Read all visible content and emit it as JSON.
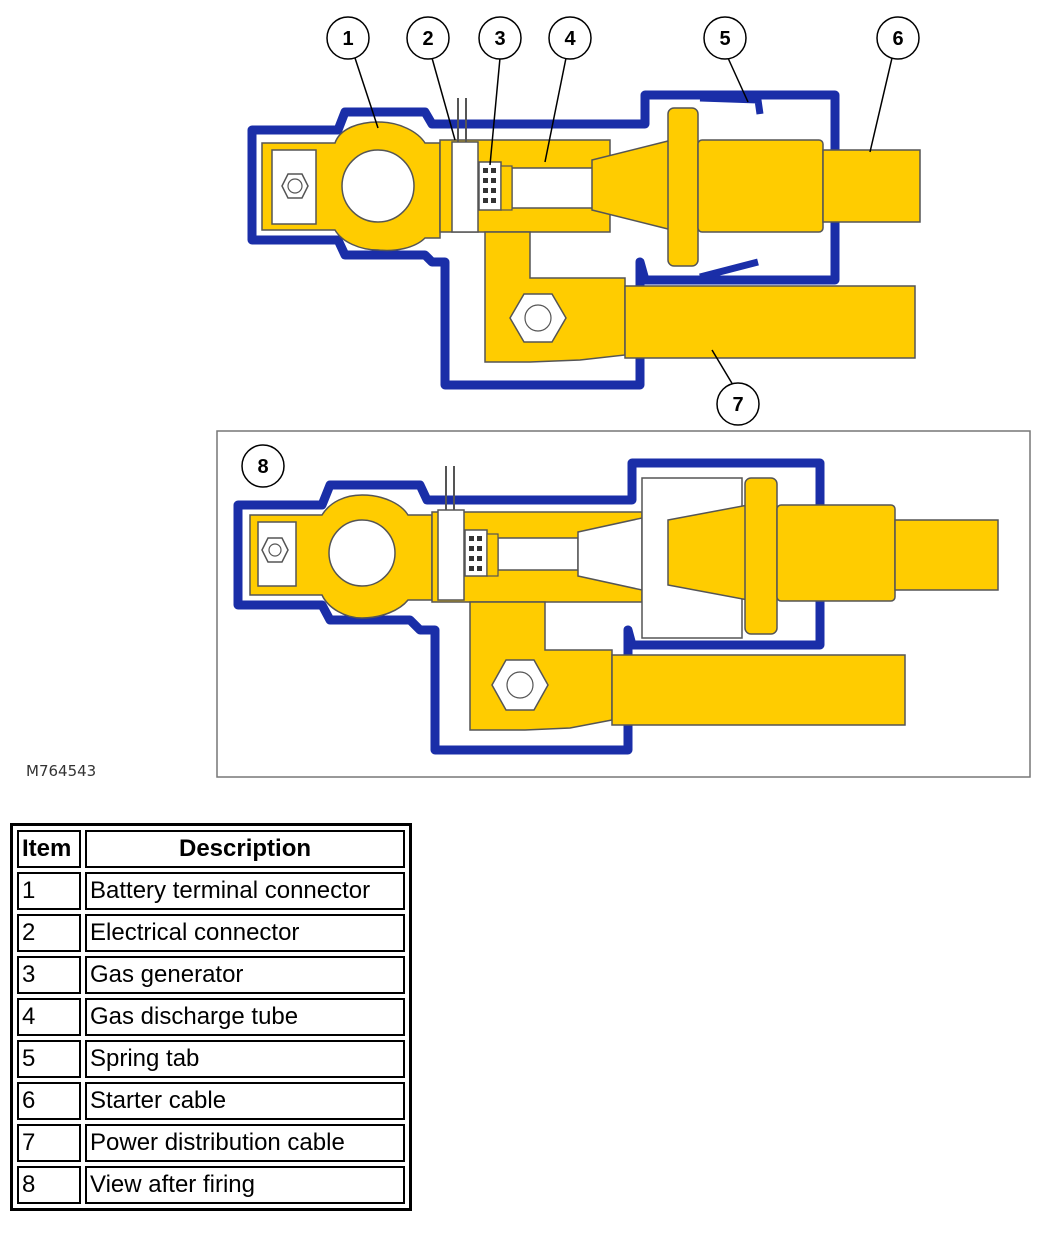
{
  "figure": {
    "id_label": "M764543",
    "callouts": [
      "1",
      "2",
      "3",
      "4",
      "5",
      "6",
      "7",
      "8"
    ],
    "colors": {
      "housing": "#1a2ea8",
      "metal": "#ffcc00",
      "outline": "#555555"
    }
  },
  "legend": {
    "headers": {
      "item": "Item",
      "description": "Description"
    },
    "rows": [
      {
        "item": "1",
        "description": "Battery terminal connector"
      },
      {
        "item": "2",
        "description": "Electrical connector"
      },
      {
        "item": "3",
        "description": "Gas generator"
      },
      {
        "item": "4",
        "description": "Gas discharge tube"
      },
      {
        "item": "5",
        "description": "Spring tab"
      },
      {
        "item": "6",
        "description": "Starter cable"
      },
      {
        "item": "7",
        "description": "Power distribution cable"
      },
      {
        "item": "8",
        "description": "View after firing"
      }
    ]
  }
}
